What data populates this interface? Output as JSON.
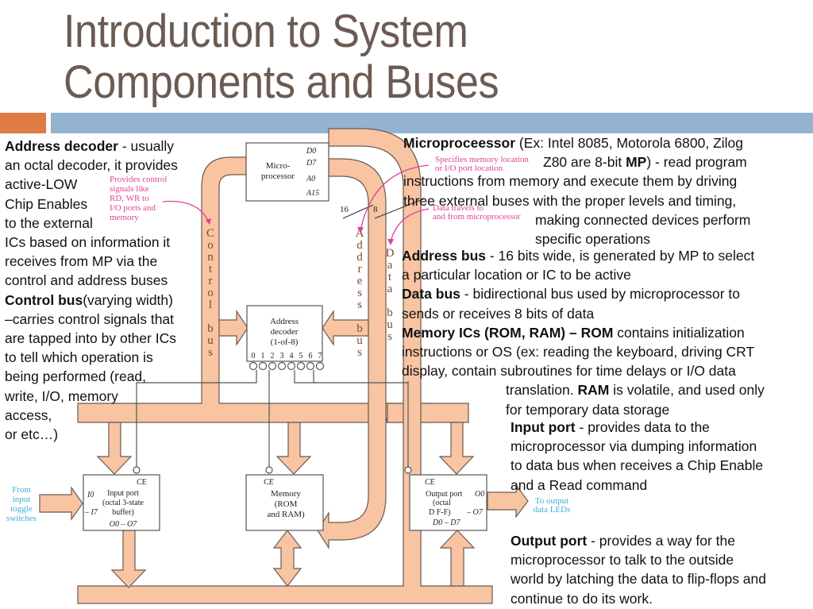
{
  "slide": {
    "title_line1": "Introduction to System",
    "title_line2": "Components and Buses",
    "colors": {
      "title": "#6b5b52",
      "accent_orange": "#e07b45",
      "accent_blue": "#93b3d1",
      "bus_fill": "#f8c4a2",
      "annotation_pink": "#e0409a",
      "annotation_cyan": "#3aaed8"
    }
  },
  "left_text": {
    "address_decoder_term": "Address decoder",
    "address_decoder_lines": [
      " - usually",
      "an octal decoder, it provides",
      "active-LOW",
      "Chip Enables",
      "to the external",
      "ICs based on information it",
      "receives from MP via the",
      "control and address buses"
    ],
    "control_bus_term": "Control bus",
    "control_bus_lines": [
      "(varying width)",
      "–carries control signals that",
      "are tapped into by other ICs",
      "to tell which operation is",
      "being performed (read,",
      "write, I/O, memory",
      "access,",
      "or etc…)"
    ]
  },
  "right_text": {
    "microprocessor_term": "Microproceessor",
    "microprocessor_line1": " (Ex: Intel 8085, Motorola 6800, Zilog",
    "microprocessor_line2a": "Z80 are 8-bit ",
    "microprocessor_line2b": "MP",
    "microprocessor_line2c": ") - read program",
    "microprocessor_lines": [
      "instructions from memory and execute them by driving",
      "three external buses with the proper levels and timing,",
      "making connected devices perform",
      "specific operations"
    ],
    "address_bus_term": "Address bus",
    "address_bus_lines": [
      " - 16 bits wide, is generated by MP to select",
      "a particular location or IC to be active"
    ],
    "data_bus_term": "Data bus",
    "data_bus_lines": [
      " - bidirectional bus used by microprocessor to",
      "sends or receives 8 bits of data"
    ],
    "memory_term": "Memory ICs (ROM, RAM) – ",
    "memory_rom_term": "ROM",
    "memory_lines": [
      " contains initialization",
      "instructions or OS (ex: reading the keyboard, driving CRT",
      "display, contain subroutines for time delays or I/O data"
    ],
    "memory_trans_a": "translation. ",
    "memory_ram_term": "RAM",
    "memory_trans_b": " is volatile, and used only",
    "memory_last": "for temporary data storage",
    "input_port_term": "Input port",
    "input_port_lines": [
      " - provides data to the",
      "microprocessor via dumping information",
      "to data bus when receives a Chip Enable",
      "and a Read command"
    ],
    "output_port_term": "Output port",
    "output_port_lines": [
      " - provides a way for the",
      "microprocessor to talk to the outside",
      "world by latching the data to flip-flops and",
      "continue to do its work."
    ]
  },
  "diagram": {
    "microprocessor": {
      "label1": "Micro-",
      "label2": "processor",
      "pins": [
        "D0",
        "D7",
        "A0",
        "A15"
      ]
    },
    "address_decoder": {
      "label1": "Address",
      "label2": "decoder",
      "label3": "(1-of-8)",
      "outputs": [
        "0",
        "1",
        "2",
        "3",
        "4",
        "5",
        "6",
        "7"
      ]
    },
    "input_port": {
      "ce": "CE",
      "label1": "Input port",
      "label2": "(octal 3-state",
      "label3": "buffer)",
      "in_a": "I0",
      "in_b": "– I7",
      "out": "O0 – O7"
    },
    "memory": {
      "ce": "CE",
      "label1": "Memory",
      "label2": "(ROM",
      "label3": "and RAM)"
    },
    "output_port": {
      "ce": "CE",
      "label1": "Output port",
      "label2": "(octal",
      "label3": "D F-F)",
      "o_a": "O0",
      "o_b": "– O7",
      "d": "D0 – D7"
    },
    "bus_labels": {
      "control": [
        "C",
        "o",
        "n",
        "t",
        "r",
        "o",
        "l",
        "",
        "b",
        "u",
        "s"
      ],
      "address": [
        "A",
        "d",
        "d",
        "r",
        "e",
        "s",
        "s",
        "",
        "b",
        "u",
        "s"
      ],
      "data": [
        "D",
        "a",
        "t",
        "a",
        "",
        "b",
        "u",
        "s"
      ]
    },
    "widths": {
      "address": "16",
      "data": "8"
    },
    "annotations": {
      "control": [
        "Provides control",
        "signals like",
        "RD, WR to",
        "I/O ports and",
        "memory"
      ],
      "address": [
        "Specifies memory location",
        "or I/O port location"
      ],
      "data": [
        "Data travels to",
        "and from microprocessor"
      ],
      "input": [
        "From",
        "input",
        "toggle",
        "switches"
      ],
      "output": [
        "To output",
        "data LEDs"
      ]
    }
  }
}
